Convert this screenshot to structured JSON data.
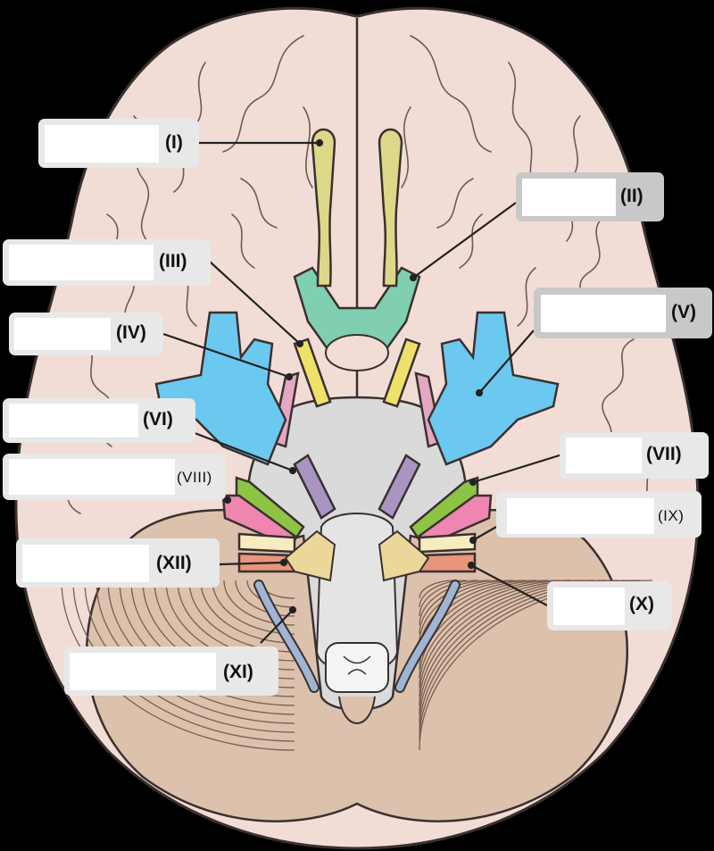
{
  "colors": {
    "background": "#000000",
    "brain": "#f2ddd6",
    "brain_outline": "#3a3030",
    "cerebellum": "#dcc1ad",
    "brainstem": "#dadada",
    "olfactory": "#dcd888",
    "optic": "#7fcfb0",
    "oculomotor": "#efe06a",
    "trochlear": "#e3a7c1",
    "trigeminal": "#6bc8ee",
    "abducens": "#a994c2",
    "facial": "#8dc444",
    "vestibulocochlear": "#ee86b1",
    "glossopharyngeal": "#f7ecc0",
    "vagus": "#e7967c",
    "accessory": "#9fb5d3",
    "hypoglossal": "#ecd79a"
  },
  "labels": [
    {
      "id": "I",
      "text": "(I)"
    },
    {
      "id": "II",
      "text": "(II)"
    },
    {
      "id": "III",
      "text": "(III)"
    },
    {
      "id": "IV",
      "text": "(IV)"
    },
    {
      "id": "V",
      "text": "(V)"
    },
    {
      "id": "VI",
      "text": "(VI)"
    },
    {
      "id": "VII",
      "text": "(VII)"
    },
    {
      "id": "VIII",
      "text": "(VIII)"
    },
    {
      "id": "IX",
      "text": "(IX)"
    },
    {
      "id": "X",
      "text": "(X)"
    },
    {
      "id": "XI",
      "text": "(XI)"
    },
    {
      "id": "XII",
      "text": "(XII)"
    }
  ]
}
